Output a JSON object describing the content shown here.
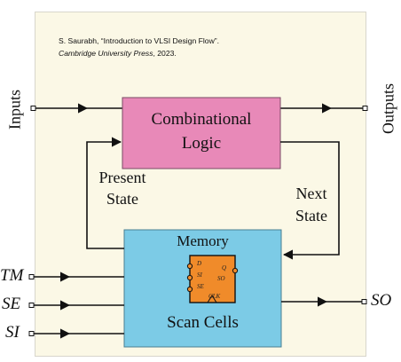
{
  "citation": {
    "line1": "S. Saurabh, “Introduction to VLSI Design Flow”.",
    "line2_publisher": "Cambridge University Press",
    "line2_year": ", 2023."
  },
  "combinational_logic": {
    "line1": "Combinational",
    "line2": "Logic"
  },
  "memory": {
    "title": "Memory",
    "caption": "Scan Cells"
  },
  "scan_cell_pins": {
    "d": "D",
    "si": "SI",
    "se": "SE",
    "clk": "CLK",
    "q": "Q",
    "so": "SO"
  },
  "labels": {
    "inputs": "Inputs",
    "outputs": "Outputs",
    "present_state_1": "Present",
    "present_state_2": "State",
    "next_state_1": "Next",
    "next_state_2": "State"
  },
  "pins": {
    "tm": "TM",
    "se": "SE",
    "si": "SI",
    "so": "SO"
  },
  "colors": {
    "panel": "#fbf8e6",
    "combinational": "#e889b8",
    "memory": "#7ccbe6",
    "scan_cell": "#f08b2a",
    "wire": "#111111"
  }
}
